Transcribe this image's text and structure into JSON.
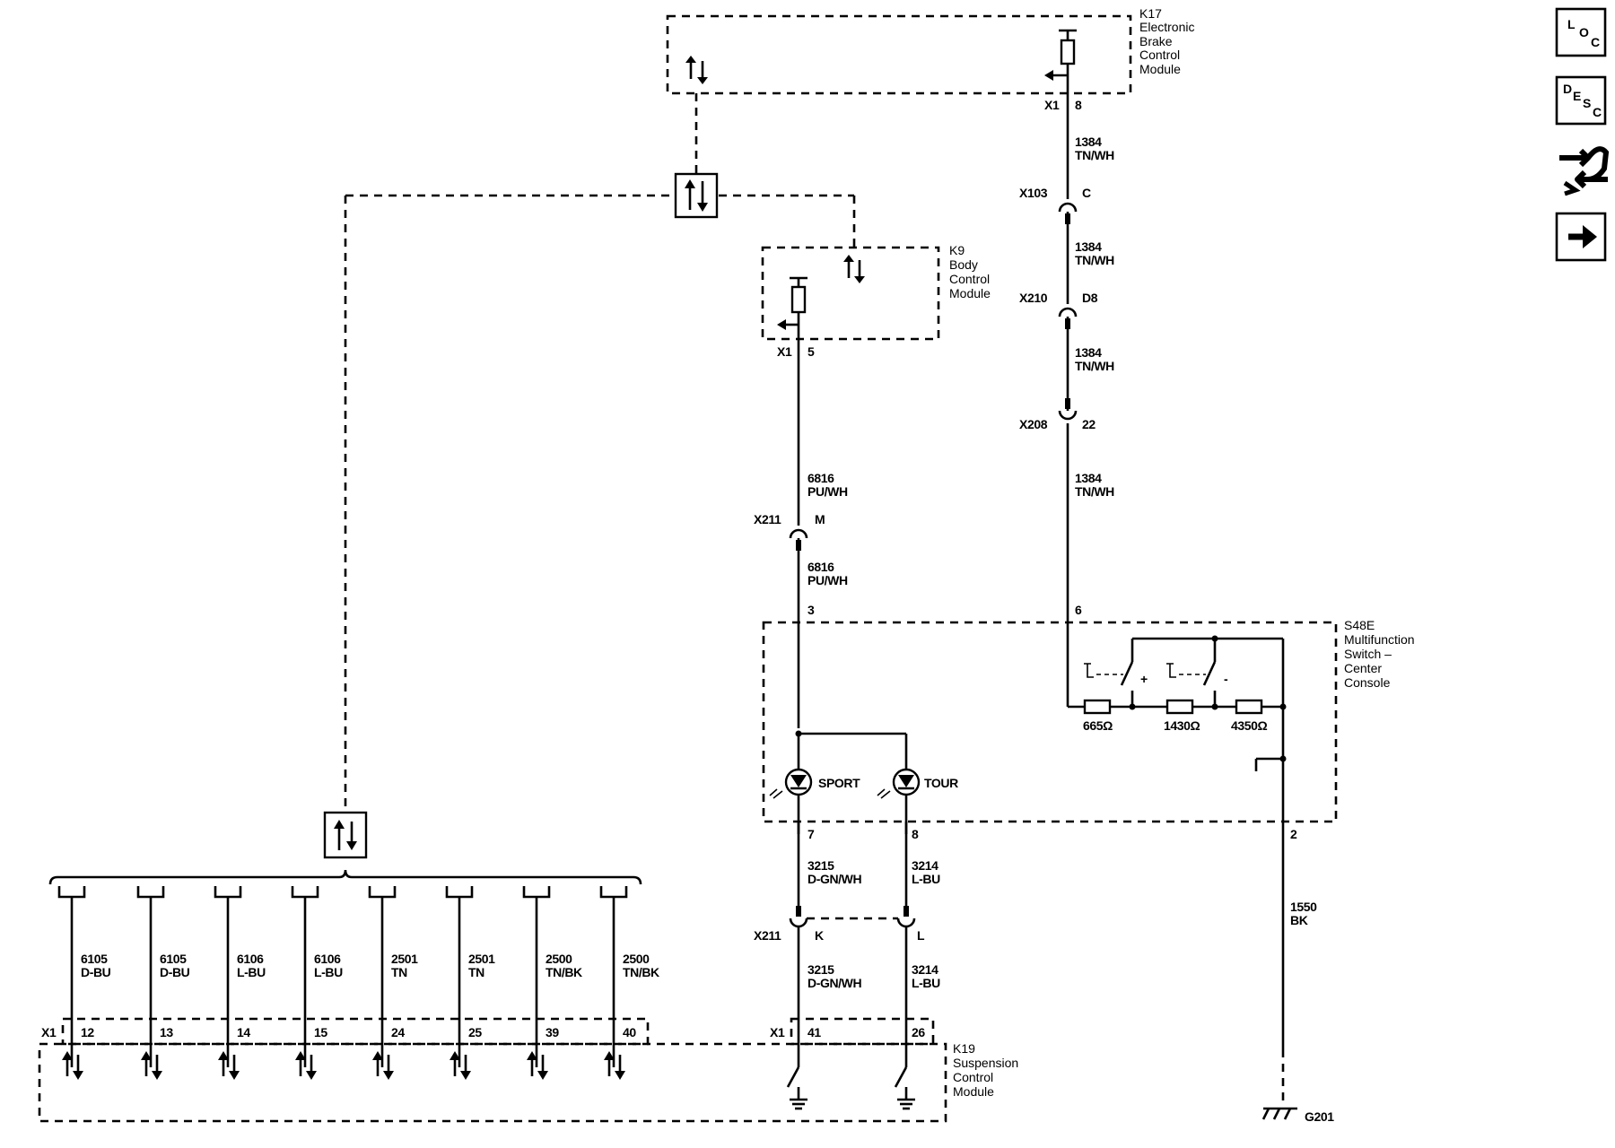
{
  "modules": {
    "k17": {
      "lines": [
        "K17",
        "Electronic",
        "Brake",
        "Control",
        "Module"
      ]
    },
    "k9": {
      "lines": [
        "K9",
        "Body",
        "Control",
        "Module"
      ]
    },
    "s48e": {
      "lines": [
        "S48E",
        "Multifunction",
        "Switch –",
        "Center",
        "Console"
      ]
    },
    "k19": {
      "lines": [
        "K19",
        "Suspension",
        "Control",
        "Module"
      ]
    }
  },
  "connectors": {
    "k17_x1": "X1",
    "k17_pin": "8",
    "x103": "X103",
    "x103_pin": "C",
    "x210": "X210",
    "x210_pin": "D8",
    "x208": "X208",
    "x208_pin": "22",
    "k9_x1": "X1",
    "k9_pin": "5",
    "x211_m": "X211",
    "x211_m_pin": "M",
    "s48e_pin3": "3",
    "s48e_pin6": "6",
    "s48e_pin7": "7",
    "s48e_pin8": "8",
    "s48e_pin2": "2",
    "x211_k": "X211",
    "x211_k_pin": "K",
    "x211_l_pin": "L",
    "k19_x1_left": "X1",
    "k19_x1_right": "X1",
    "k19_pin41": "41",
    "k19_pin26": "26",
    "ground": "G201"
  },
  "wires": {
    "w1384_a": [
      "1384",
      "TN/WH"
    ],
    "w1384_b": [
      "1384",
      "TN/WH"
    ],
    "w1384_c": [
      "1384",
      "TN/WH"
    ],
    "w1384_d": [
      "1384",
      "TN/WH"
    ],
    "w6816_a": [
      "6816",
      "PU/WH"
    ],
    "w6816_b": [
      "6816",
      "PU/WH"
    ],
    "w3215_a": [
      "3215",
      "D-GN/WH"
    ],
    "w3214_a": [
      "3214",
      "L-BU"
    ],
    "w3215_b": [
      "3215",
      "D-GN/WH"
    ],
    "w3214_b": [
      "3214",
      "L-BU"
    ],
    "w1550": [
      "1550",
      "BK"
    ]
  },
  "bus": [
    {
      "circuit": "6105",
      "color": "D-BU",
      "pin": "12"
    },
    {
      "circuit": "6105",
      "color": "D-BU",
      "pin": "13"
    },
    {
      "circuit": "6106",
      "color": "L-BU",
      "pin": "14"
    },
    {
      "circuit": "6106",
      "color": "L-BU",
      "pin": "15"
    },
    {
      "circuit": "2501",
      "color": "TN",
      "pin": "24"
    },
    {
      "circuit": "2501",
      "color": "TN",
      "pin": "25"
    },
    {
      "circuit": "2500",
      "color": "TN/BK",
      "pin": "39"
    },
    {
      "circuit": "2500",
      "color": "TN/BK",
      "pin": "40"
    }
  ],
  "switch": {
    "r1": "665Ω",
    "r2": "1430Ω",
    "r3": "4350Ω",
    "plus": "+",
    "minus": "-",
    "sport": "SPORT",
    "tour": "TOUR"
  },
  "legend": [
    {
      "name": "loc-icon",
      "letters": [
        "L",
        "O",
        "C"
      ]
    },
    {
      "name": "desc-icon",
      "letters": [
        "D",
        "E",
        "S",
        "C"
      ]
    },
    {
      "name": "connector-end-view-icon"
    },
    {
      "name": "next-arrow-icon"
    }
  ]
}
